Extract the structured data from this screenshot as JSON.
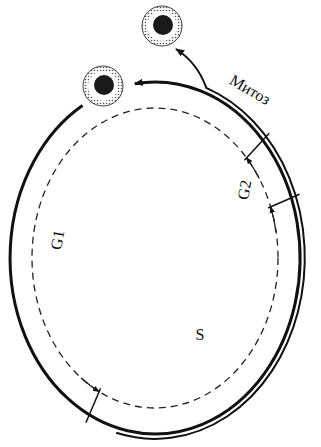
{
  "diagram": {
    "labels": [
      "Митоз",
      "G1",
      "S",
      "G2"
    ]
  }
}
